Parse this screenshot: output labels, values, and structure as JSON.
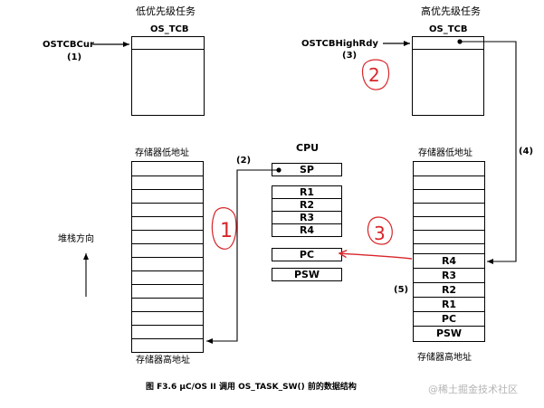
{
  "low_task": {
    "title": "低优先级任务",
    "tcb_label": "OS_TCB",
    "pointer_label": "OSTCBCur",
    "pointer_step": "(1)",
    "stack_top_label": "存储器低地址",
    "stack_bottom_label": "存储器高地址"
  },
  "high_task": {
    "title": "高优先级任务",
    "tcb_label": "OS_TCB",
    "pointer_label": "OSTCBHighRdy",
    "pointer_step": "(3)",
    "stack_top_label": "存储器低地址",
    "stack_bottom_label": "存储器高地址",
    "step_to_stack": "(4)",
    "step_pop": "(5)",
    "stack_regs": [
      "R4",
      "R3",
      "R2",
      "R1",
      "PC",
      "PSW"
    ]
  },
  "cpu": {
    "title": "CPU",
    "sp_label": "SP",
    "step_sp": "(2)",
    "regs": [
      "R1",
      "R2",
      "R3",
      "R4"
    ],
    "pc_label": "PC",
    "psw_label": "PSW"
  },
  "stack_growth_label": "堆栈方向",
  "annotations": [
    "2",
    "1",
    "3"
  ],
  "caption": "图 F3.6   μC/OS   II 调用 OS_TASK_SW() 前的数据结构",
  "watermark": "@稀土掘金技术社区",
  "colors": {
    "annotation": "#d8262a",
    "ink": "#000000",
    "watermark": "#b5b5b5"
  }
}
